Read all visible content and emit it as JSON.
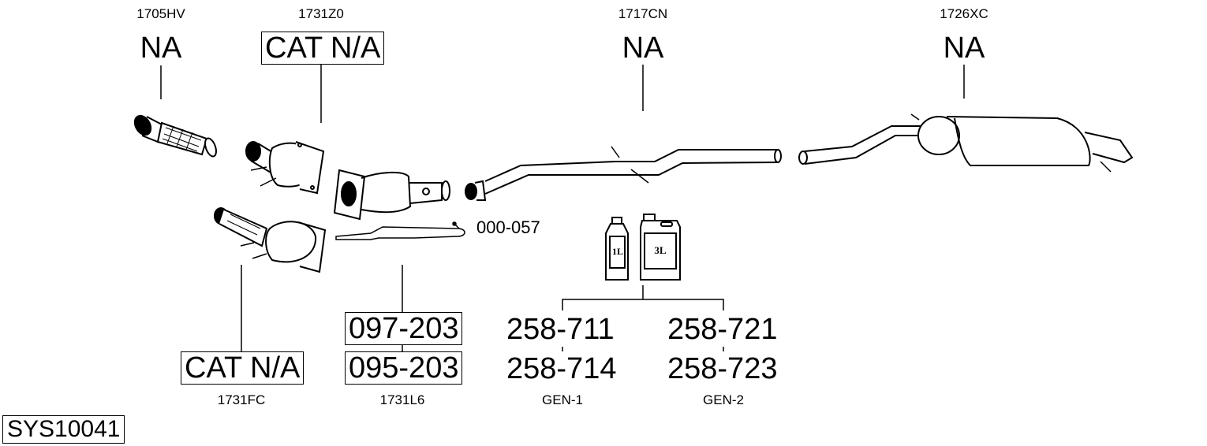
{
  "diagram": {
    "system_id": "SYS10041",
    "parts": [
      {
        "ref": "1705HV",
        "label": "NA",
        "boxed": false
      },
      {
        "ref": "1731Z0",
        "label": "CAT N/A",
        "boxed": true
      },
      {
        "ref": "1717CN",
        "label": "NA",
        "boxed": false
      },
      {
        "ref": "1726XC",
        "label": "NA",
        "boxed": false
      },
      {
        "ref": "1731FC",
        "label": "CAT N/A",
        "boxed": true
      },
      {
        "ref": "1731L6",
        "labels": [
          "097-203",
          "095-203"
        ],
        "boxed": true
      }
    ],
    "sensor_pipe": {
      "label": "000-057"
    },
    "fluids": {
      "containers": [
        {
          "label": "1L"
        },
        {
          "label": "3L"
        }
      ],
      "groups": [
        {
          "ref": "GEN-1",
          "labels": [
            "258-711",
            "258-714"
          ]
        },
        {
          "ref": "GEN-2",
          "labels": [
            "258-721",
            "258-723"
          ]
        }
      ]
    }
  }
}
